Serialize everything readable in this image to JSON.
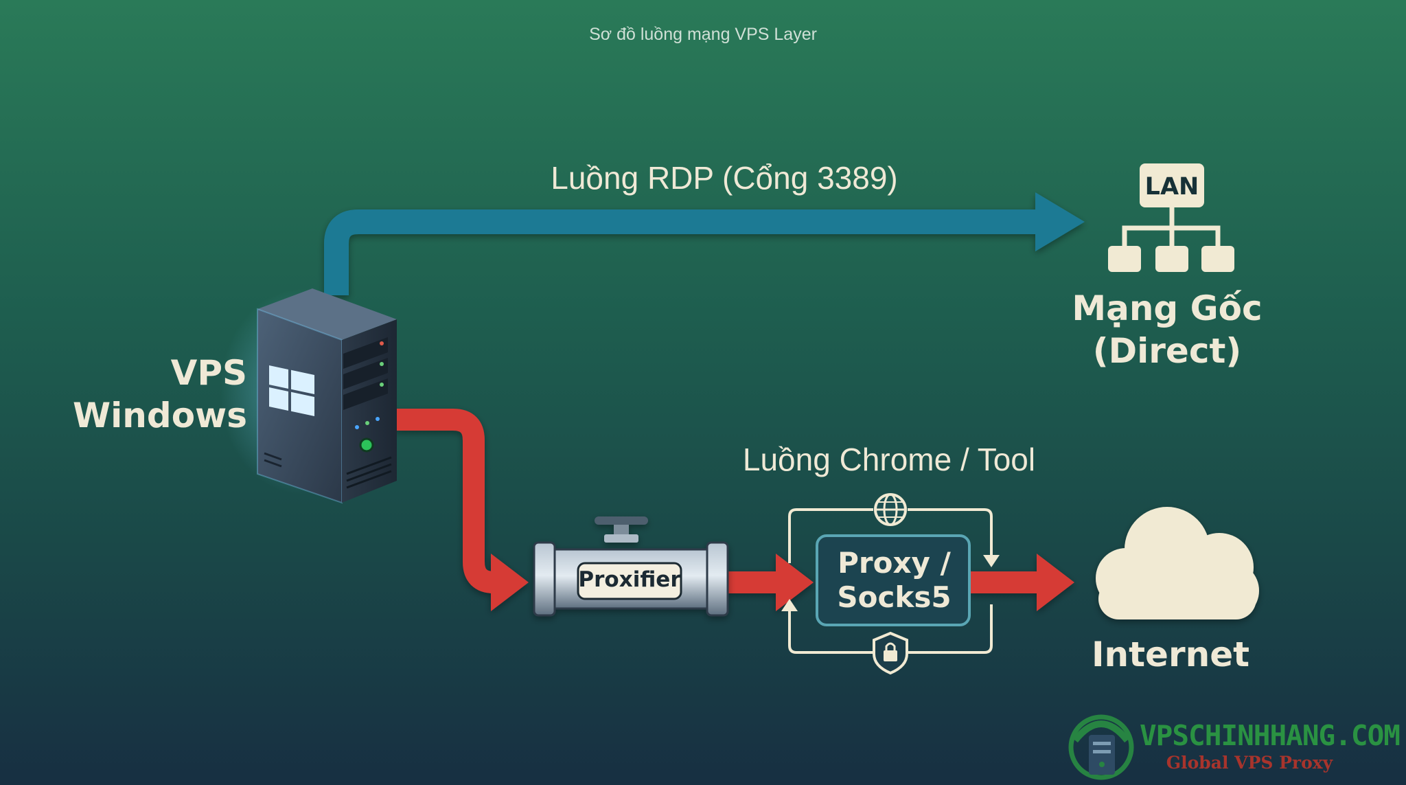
{
  "caption": "Sơ đồ luồng mạng VPS Layer",
  "rdp_flow_label": "Luồng RDP (Cổng 3389)",
  "chrome_flow_label": "Luồng Chrome / Tool",
  "vps": {
    "line1": "VPS",
    "line2": "Windows"
  },
  "lan_badge": "LAN",
  "native_network": {
    "line1": "Mạng Gốc",
    "line2": "(Direct)"
  },
  "proxifier_label": "Proxifier",
  "proxy": {
    "line1": "Proxy /",
    "line2": "Socks5"
  },
  "internet_label": "Internet",
  "watermark": {
    "title": "VPSCHINHHANG.COM",
    "subtitle": "Global VPS Proxy"
  },
  "colors": {
    "rdp_arrow": "#1f7a94",
    "proxy_arrow": "#d63a36",
    "label_text": "#efe9d6",
    "cloud": "#f1ead3"
  },
  "icons": [
    "server-tower-icon",
    "windows-logo-icon",
    "lan-network-icon",
    "pipe-valve-icon",
    "globe-icon",
    "shield-lock-icon",
    "cloud-icon",
    "brand-logo-icon"
  ]
}
